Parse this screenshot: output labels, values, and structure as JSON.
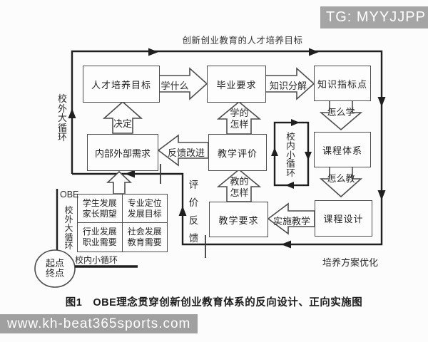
{
  "watermarks": {
    "top": "TG: MYYJJPP",
    "bottom": "www.kh-beat365sports.com"
  },
  "diagram": {
    "top_title": "创新创业教育的人才培养目标",
    "caption": "图1　OBE理念贯穿创新创业教育体系的反向设计、正向实施图",
    "boxes": {
      "talent_goal": "人才培养目标",
      "graduation_req": "毕业要求",
      "knowledge_points": "知识指标点",
      "course_system": "课程体系",
      "course_design": "课程设计",
      "teaching_req": "教学要求",
      "teaching_eval": "教学评价",
      "internal_external_needs": "内部外部需求"
    },
    "arrow_labels": {
      "learn_what": "学什么",
      "knowledge_decompose": "知识分解",
      "how_to_learn": "怎么学",
      "how_to_teach": "怎么教",
      "implement_teaching": "实施教学",
      "learn_result": "学的怎样",
      "teach_result": "教的怎样",
      "feedback_improve": "反馈改进",
      "decide": "决定",
      "plan_optimize": "培养方案优化"
    },
    "loop_labels": {
      "outer_upper": "校外大循环",
      "outer_lower": "校外大循环",
      "obe": "OBE",
      "inner_loop": "校内小循环",
      "inner_bottom": "校内小循环",
      "eval_feedback": "评价反馈",
      "start_end": "起点终点"
    },
    "grid_cells": [
      "学生发展家长期望",
      "专业定位发展目标",
      "行业发展职业需要",
      "社会发展教育需要"
    ]
  },
  "colors": {
    "loop_line": "#1f1f1f",
    "box_border": "#4d4d4d",
    "watermark_bg": "#a5a5a5",
    "watermark_text": "#ffffff"
  }
}
